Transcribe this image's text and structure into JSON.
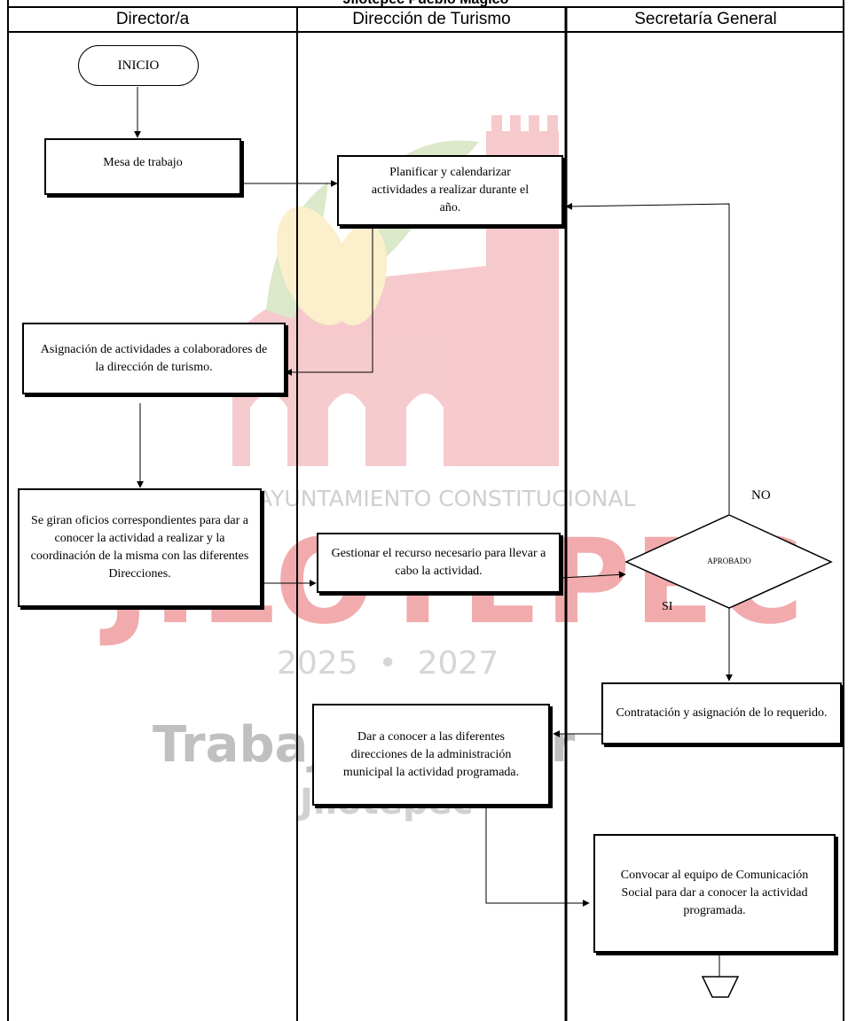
{
  "title": "Jilotepec Pueblo Mágico",
  "lanes": [
    "Director/a",
    "Dirección de Turismo",
    "Secretaría General"
  ],
  "watermark": {
    "line1": "AYUNTAMIENTO CONSTITUCIONAL",
    "line2": "JILOTEPEC",
    "years": "2025  •  2027",
    "slogan": "Trabajando por",
    "slogan2": "Jilotepec",
    "colors": {
      "red": "#e0454a",
      "green": "#7fae45",
      "yellow": "#f2c94c",
      "grey": "#9a9a9a"
    }
  },
  "nodes": {
    "start": "INICIO",
    "mesa": "Mesa de trabajo",
    "planificar": "Planificar y calendarizar actividades a realizar durante el año.",
    "asignacion": "Asignación de actividades a colaboradores de la dirección de turismo.",
    "oficios": "Se giran oficios correspondientes para dar a conocer la actividad a realizar y la coordinación de la misma con las diferentes Direcciones.",
    "gestionar": "Gestionar el recurso necesario para llevar a cabo la actividad.",
    "decision": "APROBADO",
    "contratacion": "Contratación y asignación de lo requerido.",
    "dar_conocer": "Dar a conocer a las diferentes direcciones de la administración municipal la actividad programada.",
    "convocar": "Convocar al equipo de Comunicación Social para dar a conocer la actividad programada."
  },
  "branch_labels": {
    "no": "NO",
    "yes": "SI"
  }
}
